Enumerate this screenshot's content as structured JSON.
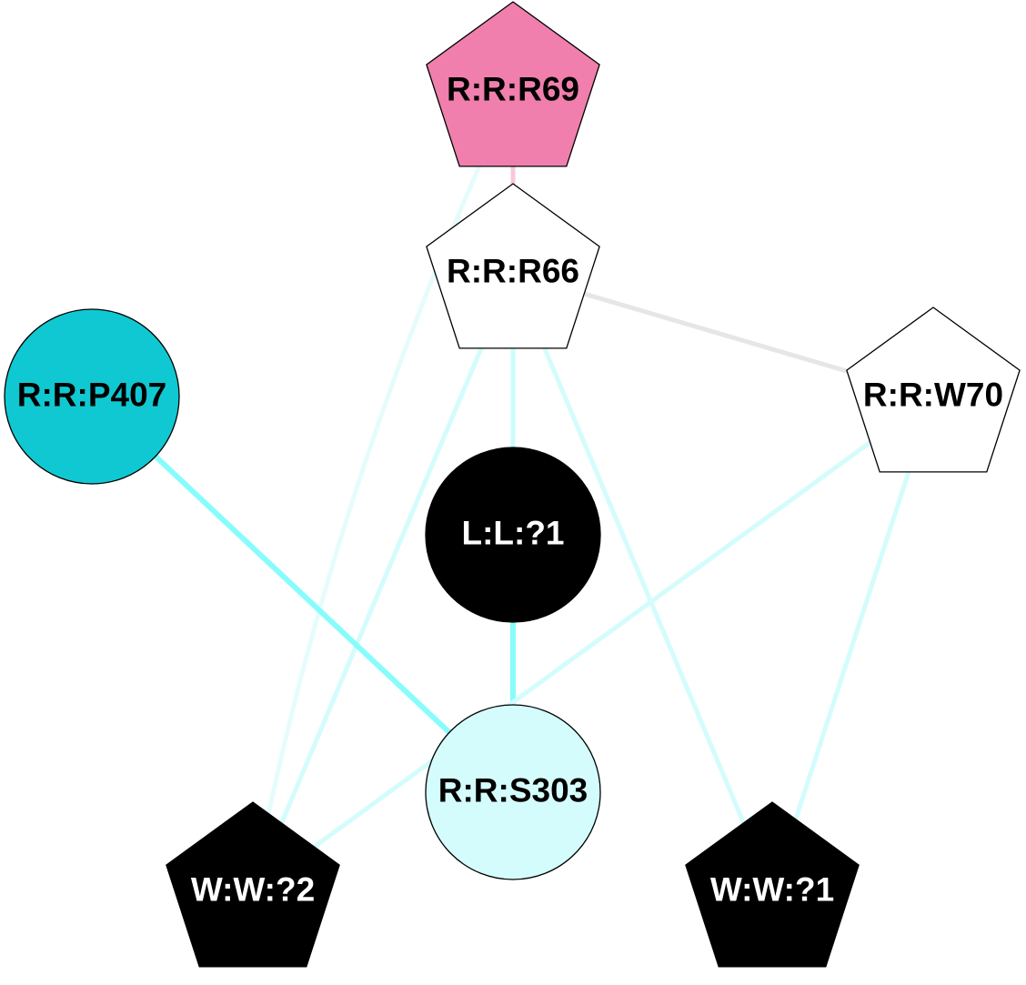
{
  "graph": {
    "nodes": [
      {
        "id": "R:R:R69",
        "label": "R:R:R69",
        "shape": "pentagon",
        "fill": "#f07fad",
        "text_color": "#000000"
      },
      {
        "id": "R:R:R66",
        "label": "R:R:R66",
        "shape": "pentagon",
        "fill": "#ffffff",
        "text_color": "#000000"
      },
      {
        "id": "R:R:P407",
        "label": "R:R:P407",
        "shape": "circle",
        "fill": "#10c8d2",
        "text_color": "#000000"
      },
      {
        "id": "R:R:W70",
        "label": "R:R:W70",
        "shape": "pentagon",
        "fill": "#ffffff",
        "text_color": "#000000"
      },
      {
        "id": "L:L:?1",
        "label": "L:L:?1",
        "shape": "circle",
        "fill": "#000000",
        "text_color": "#ffffff"
      },
      {
        "id": "R:R:S303",
        "label": "R:R:S303",
        "shape": "circle",
        "fill": "#d4fcfc",
        "text_color": "#000000"
      },
      {
        "id": "W:W:?2",
        "label": "W:W:?2",
        "shape": "pentagon",
        "fill": "#000000",
        "text_color": "#ffffff"
      },
      {
        "id": "W:W:?1",
        "label": "W:W:?1",
        "shape": "pentagon",
        "fill": "#000000",
        "text_color": "#ffffff"
      }
    ],
    "edges": [
      {
        "source": "R:R:R69",
        "target": "R:R:R66",
        "color": "#f9c8dc"
      },
      {
        "source": "R:R:R69",
        "target": "W:W:?2",
        "color": "#e6fcfc",
        "curved": true
      },
      {
        "source": "R:R:R66",
        "target": "R:R:W70",
        "color": "#e6e6e6"
      },
      {
        "source": "R:R:R66",
        "target": "L:L:?1",
        "color": "#ccfcfc"
      },
      {
        "source": "R:R:R66",
        "target": "W:W:?2",
        "color": "#d4fcfc"
      },
      {
        "source": "R:R:R66",
        "target": "W:W:?1",
        "color": "#d4fcfc"
      },
      {
        "source": "R:R:P407",
        "target": "R:R:S303",
        "color": "#88fcfc"
      },
      {
        "source": "L:L:?1",
        "target": "R:R:S303",
        "color": "#88fcfc"
      },
      {
        "source": "R:R:W70",
        "target": "W:W:?2",
        "color": "#d4fcfc"
      },
      {
        "source": "R:R:W70",
        "target": "W:W:?1",
        "color": "#d4fcfc"
      }
    ]
  }
}
